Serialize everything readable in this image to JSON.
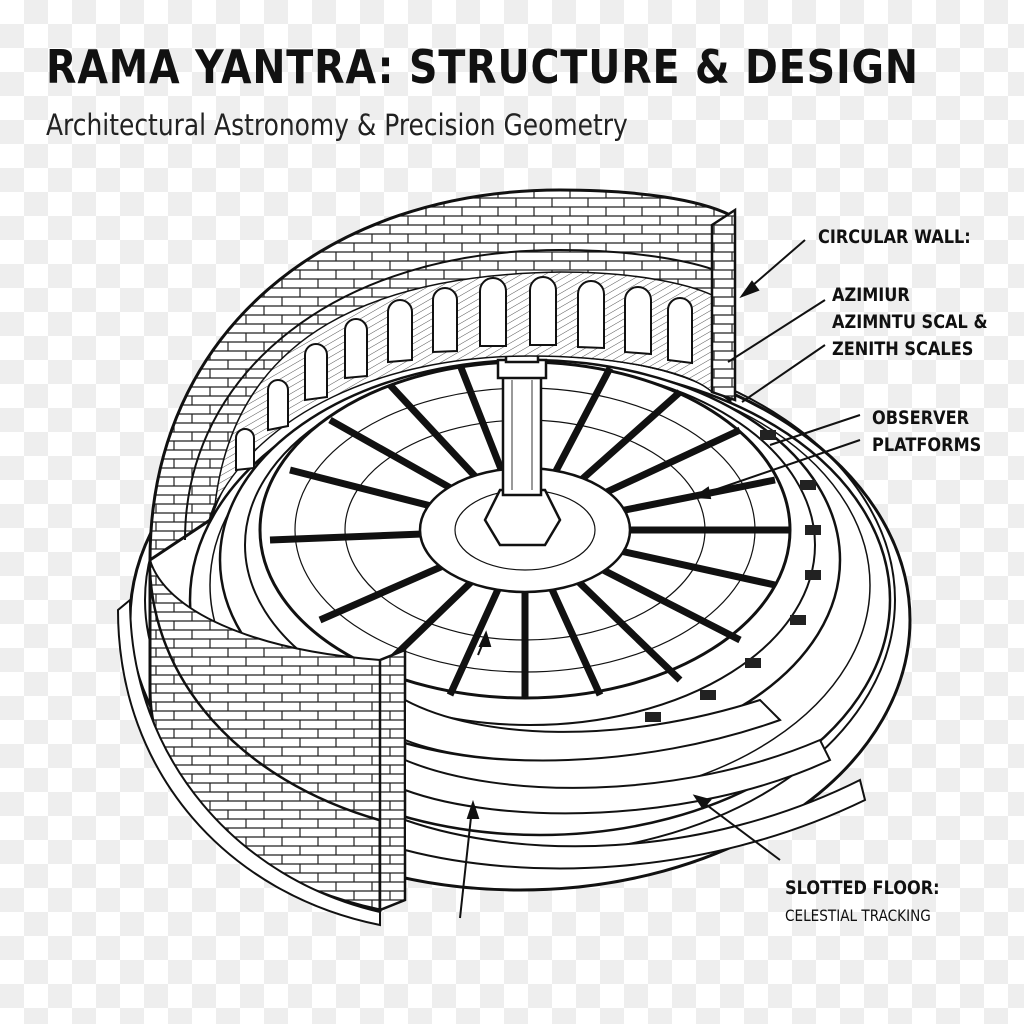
{
  "header": {
    "title": "RAMA YANTRA: STRUCTURE & DESIGN",
    "subtitle": "Architectural Astronomy & Precision Geometry"
  },
  "callouts": {
    "circular_wall": "CIRCULAR WALL:",
    "azimuth": [
      "AZIMIUR",
      "AZIMNTU SCAL &",
      "ZENITH SCALES"
    ],
    "observer": [
      "OBSERVER",
      "PLATFORMS"
    ],
    "slotted_floor": [
      "SLOTTED FLOOR:",
      "CELESTIAL TRACKING"
    ]
  },
  "colors": {
    "ink": "#111111",
    "paper": "#ffffff",
    "checker": "#eeeeee"
  }
}
